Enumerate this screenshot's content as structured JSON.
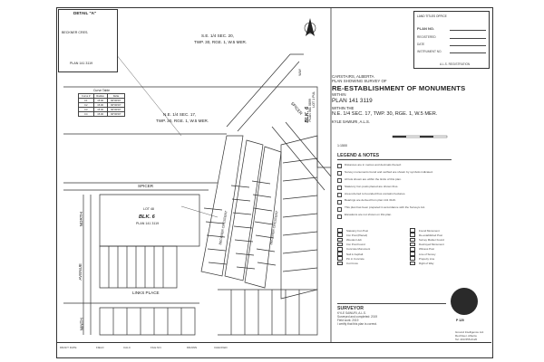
{
  "detail": {
    "title": "DETAIL \"A\"",
    "road": "BECKNER CRES.",
    "plan": "PLAN 141 3119"
  },
  "curve_table": {
    "caption": "Curve Table",
    "headers": [
      "Curve #",
      "Radius",
      "Delta"
    ],
    "rows": [
      [
        "C1",
        "15.00",
        "90°00'00\""
      ],
      [
        "C2",
        "15.00",
        "90°00'00\""
      ],
      [
        "C3",
        "15.00",
        "90°00'00\""
      ],
      [
        "C4",
        "15.00",
        "90°00'00\""
      ]
    ]
  },
  "top_box": {
    "title": "LAND TITLES OFFICE",
    "rows": [
      "PLAN NO.",
      "REGISTERED",
      "DATE",
      "INSTRUMENT NO."
    ],
    "footer": "A.L.S. REGISTRATION"
  },
  "map_labels": {
    "quarter_upper": [
      "S.E. 1/4 SEC. 20,",
      "TWP. 30, RGE. 1, W.5 MER."
    ],
    "quarter_lower": [
      "N.E. 1/4 SEC. 17,",
      "TWP. 30, RGE. 1, W.5 MER."
    ],
    "spicer_left": "SPICER",
    "spicer_right": "SPICER",
    "north": "NORTH",
    "avenue": "AVENUE",
    "links_place": "LINKS PLACE",
    "ninth": "NINTH",
    "beckner_crescent_1": "BECKNER CRESCENT",
    "beckner_crescent_2": "BECKNER CRESCENT",
    "block_label": "BLK. 6",
    "block_plan": "PLAN 141 3119",
    "lot_label": "LOT 48",
    "blk6_right": "BLK. 6",
    "blk6_right_plan": "PLAN 081 0899",
    "way": "WAY",
    "lot_upper": "LOT 1 PUL"
  },
  "title_block": {
    "location": "CARSTAIRS, ALBERTA",
    "subtitle": "PLAN SHOWING SURVEY OF",
    "title": "RE-ESTABLISHMENT OF MONUMENTS",
    "within": "WITHIN",
    "plan": "PLAN 141 3119",
    "within_the": "WITHIN THE",
    "ne": "N.E. 1/4 SEC. 17, TWP. 30, RGE. 1, W.5 MER.",
    "als": "KYLE SAWURI, A.L.S."
  },
  "scale_text": "1:1500",
  "legend_title": "LEGEND & NOTES",
  "notes": [
    "Distances are in metres and decimals thereof.",
    "Survey monuments found and verified are shown by symbols indicated.",
    "All lots shown are within the limits of this plan.",
    "Statutory iron posts placed are shown thus.",
    "Area referred to bounded thus contains hectares.",
    "Bearings are derived from plan 141 3119.",
    "This plan has been prepared in accordance with the Surveys Act.",
    "Elevations are not shown on this plan."
  ],
  "legend": [
    [
      "Statutory Iron Post",
      "Found Monument"
    ],
    [
      "Iron Post (Placed)",
      "Re-established Post"
    ],
    [
      "Wooden Hub",
      "Survey Marker Found"
    ],
    [
      "Iron Post Found",
      "Destroyed Monument"
    ],
    [
      "Concrete Monument",
      "Witness Post"
    ],
    [
      "Nail in Asphalt",
      "Line of Survey"
    ],
    [
      "Pin in Concrete",
      "Property Line"
    ],
    [
      "Cut Cross",
      "Right of Way"
    ]
  ],
  "surveyor": {
    "title": "SURVEYOR",
    "lines": [
      "KYLE SAWURI, A.L.S.",
      "Surveyed and completed: 2019",
      "Field work: 2019",
      "I certify that this plan is correct."
    ]
  },
  "seal_text": "P 120",
  "company": [
    "Ground Intelligence Ltd.",
    "Red Deer, Alberta",
    "Tel: 403-555-0120"
  ],
  "footer": {
    "fields": [
      "DRAFT DATE",
      "FIELD",
      "CALC",
      "FILE NO.",
      "DRAWN",
      "CHECKED"
    ]
  }
}
